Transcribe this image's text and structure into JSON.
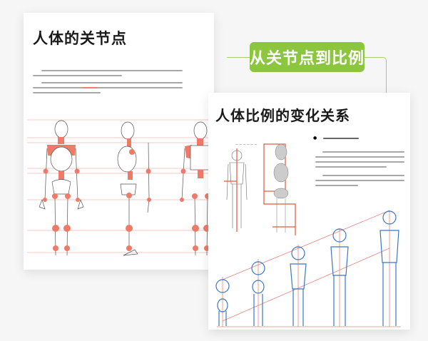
{
  "badge": {
    "label": "从关节点到比例",
    "color": "#8cc63f"
  },
  "left_page": {
    "title": "人体的关节点",
    "paragraph_count": 2,
    "highlight_color": "#e0583c",
    "figures": [
      "front-skeleton",
      "side-skeleton",
      "arm-side",
      "back-skeleton"
    ]
  },
  "right_page": {
    "title": "人体比例的变化关系",
    "figure_caption": "",
    "bullet_heading": "",
    "paragraph_count": 2,
    "proportion_figures": 5,
    "line_color": "#e8837a",
    "figure_color": "#3a77c4"
  },
  "colors": {
    "joint": "#ef7a68",
    "guide": "#f0b5b0",
    "background": "#f6f6f6"
  }
}
